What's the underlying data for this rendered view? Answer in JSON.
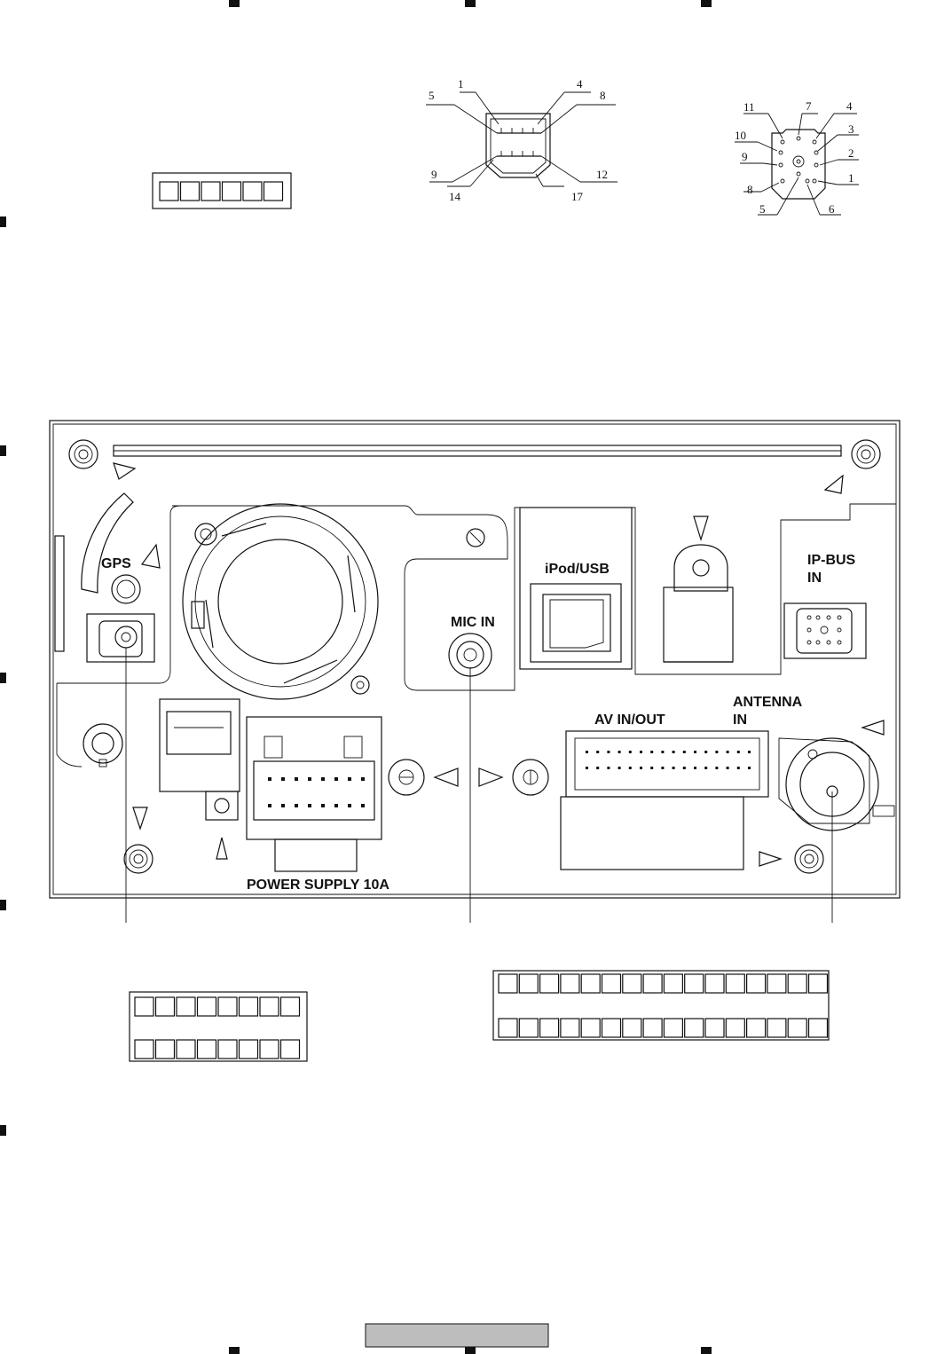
{
  "labels": {
    "gps": "GPS",
    "ipod_usb": "iPod/USB",
    "ip_bus": "IP-BUS",
    "ip_bus_in": "IN",
    "mic_in": "MIC IN",
    "antenna": "ANTENNA",
    "antenna_in": "IN",
    "av_in_out": "AV IN/OUT",
    "power_supply": "POWER  SUPPLY  10A"
  },
  "usb_pins": [
    "1",
    "4",
    "5",
    "8",
    "9",
    "12",
    "14",
    "17"
  ],
  "ipbus_pins": [
    "11",
    "7",
    "4",
    "10",
    "3",
    "9",
    "2",
    "8",
    "1",
    "5",
    "6"
  ],
  "pin_tables": {
    "gps_cells": 6,
    "power_rows": 2,
    "power_cells_per_row": 8,
    "av_rows": 2,
    "av_cells_per_row": 16
  }
}
